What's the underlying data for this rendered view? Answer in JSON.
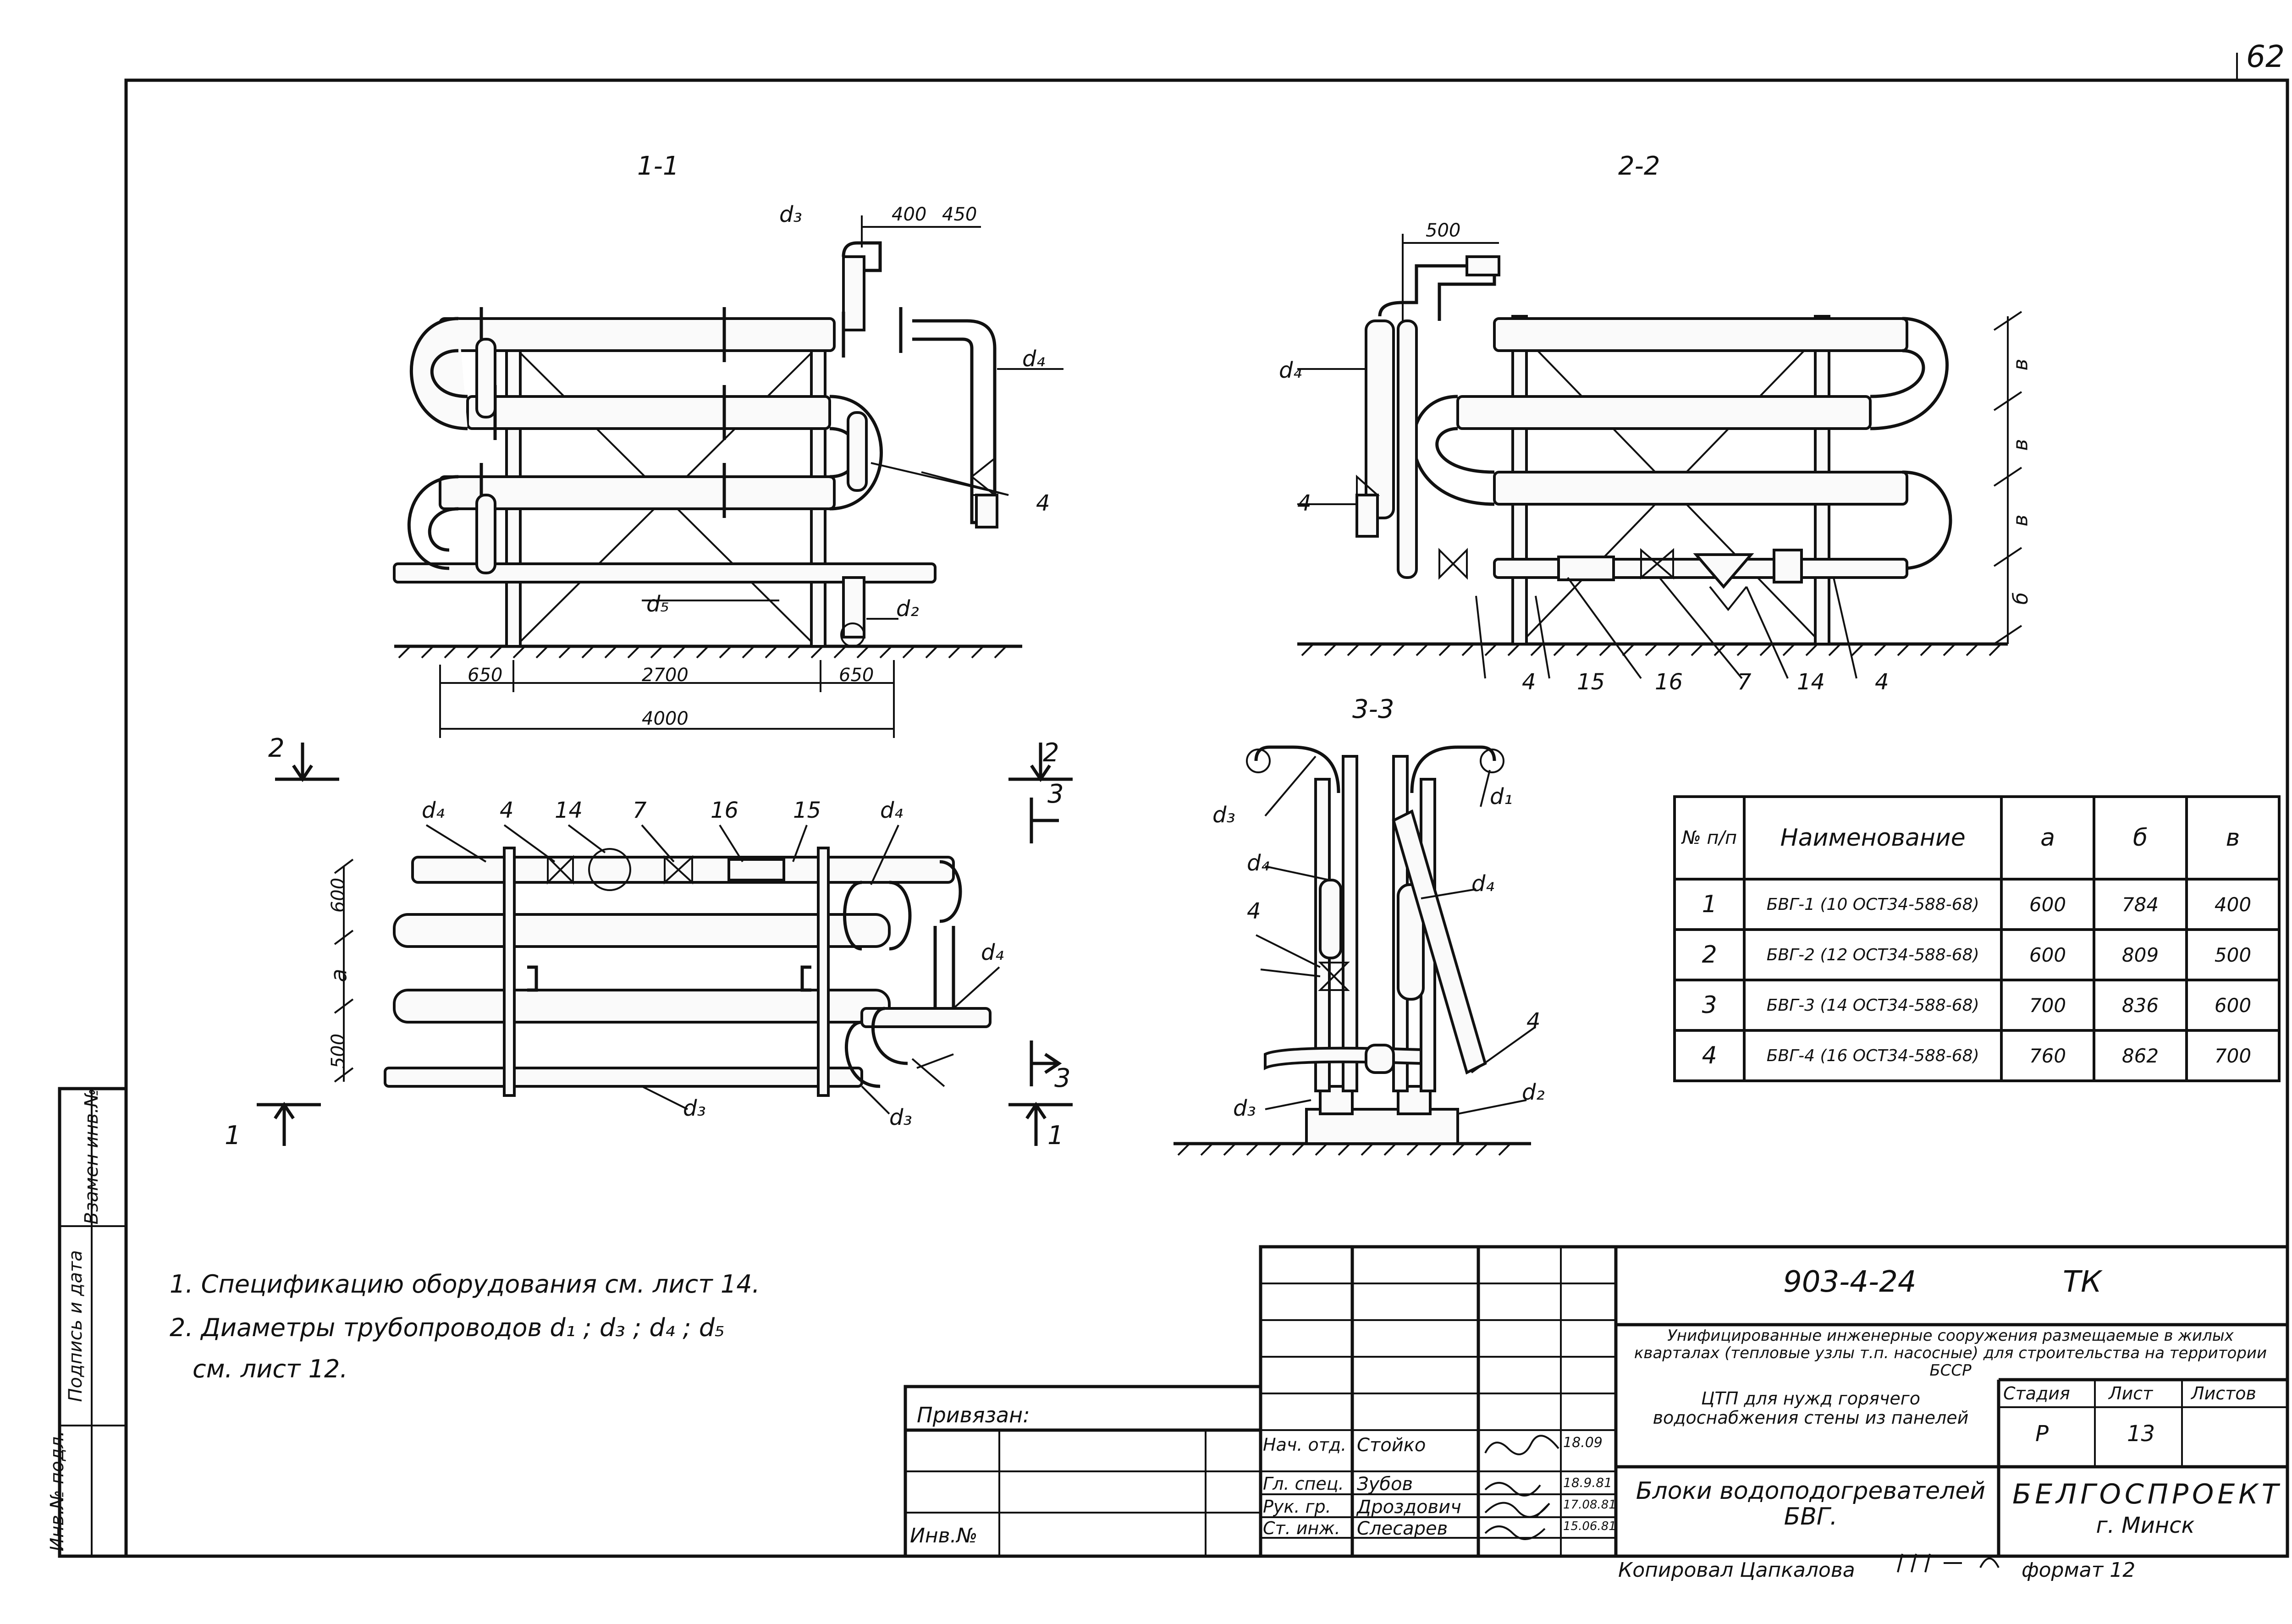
{
  "page_number": "62",
  "sections": {
    "s11": "1-1",
    "s22": "2-2",
    "s33": "3-3"
  },
  "view_marks": {
    "a2l": "2",
    "a2r": "2",
    "a3r1": "3",
    "a3r2": "3",
    "a1l": "1",
    "a1r": "1"
  },
  "dims": {
    "d400": "400",
    "d450": "450",
    "d500": "500",
    "d650a": "650",
    "d2700": "2700",
    "d650b": "650",
    "d4000": "4000",
    "d600": "600",
    "d500b": "500",
    "da": "a",
    "vb1": "в",
    "vb2": "в",
    "vb3": "в",
    "vb4": "б"
  },
  "labels_11": {
    "d3": "d₃",
    "d4": "d₄",
    "n4": "4",
    "d5": "d₅",
    "d2": "d₂"
  },
  "labels_22": {
    "d4": "d₄",
    "n4": "4",
    "b4a": "4",
    "b15": "15",
    "b16": "16",
    "b7": "7",
    "b14": "14",
    "b4b": "4"
  },
  "labels_plan": {
    "d4a": "d₄",
    "n4": "4",
    "n14": "14",
    "n7": "7",
    "n16": "16",
    "n15": "15",
    "d4b": "d₄",
    "d4c": "d₄",
    "d3a": "d₃",
    "d3b": "d₃"
  },
  "labels_33": {
    "d3a": "d₃",
    "d1": "d₁",
    "d4a": "d₄",
    "d4b": "d₄",
    "n4a": "4",
    "n4b": "4",
    "d3b": "d₃",
    "d2": "d₂"
  },
  "spec_table": {
    "headers": [
      "№ п/п",
      "Наименование",
      "а",
      "б",
      "в"
    ],
    "rows": [
      [
        "1",
        "БВГ-1 (10 ОСТ34-588-68)",
        "600",
        "784",
        "400"
      ],
      [
        "2",
        "БВГ-2 (12 ОСТ34-588-68)",
        "600",
        "809",
        "500"
      ],
      [
        "3",
        "БВГ-3 (14 ОСТ34-588-68)",
        "700",
        "836",
        "600"
      ],
      [
        "4",
        "БВГ-4 (16 ОСТ34-588-68)",
        "760",
        "862",
        "700"
      ]
    ]
  },
  "notes": {
    "n1": "1. Спецификацию оборудования см. лист 14.",
    "n2": "2. Диаметры трубопроводов d₁ ; d₃ ; d₄ ; d₅",
    "n3": "см. лист 12."
  },
  "side_stamp": {
    "c1": "Взамен инв.№",
    "c2": "Подпись и дата",
    "c3": "Инв.№ подл."
  },
  "title_block": {
    "privyazan": "Привязан:",
    "inv": "Инв.№",
    "doc_code": "903-4-24",
    "mark": "ТК",
    "project_title": "Унифицированные инженерные сооружения размещаемые в жилых кварталах (тепловые узлы т.п. насосные) для строительства на территории БССР",
    "subject1": "ЦТП для нужд горячего водоснабжения стены из панелей",
    "stage_label": "Стадия",
    "sheet_label": "Лист",
    "sheets_label": "Листов",
    "stage": "Р",
    "sheet": "13",
    "drawing_title": "Блоки водоподогревателей БВГ.",
    "org": "БЕЛГОСПРОЕКТ",
    "city": "г. Минск",
    "roles": [
      {
        "role": "Нач. отд.",
        "name": "Стойко",
        "date": "18.09"
      },
      {
        "role": "Гл. спец.",
        "name": "Зубов",
        "date": "18.9.81"
      },
      {
        "role": "Рук. гр.",
        "name": "Дроздович",
        "date": "17.08.81"
      },
      {
        "role": "Ст. инж.",
        "name": "Слесарев",
        "date": "15.06.81"
      }
    ],
    "copied": "Копировал  Цапкалова",
    "format": "формат 12"
  }
}
